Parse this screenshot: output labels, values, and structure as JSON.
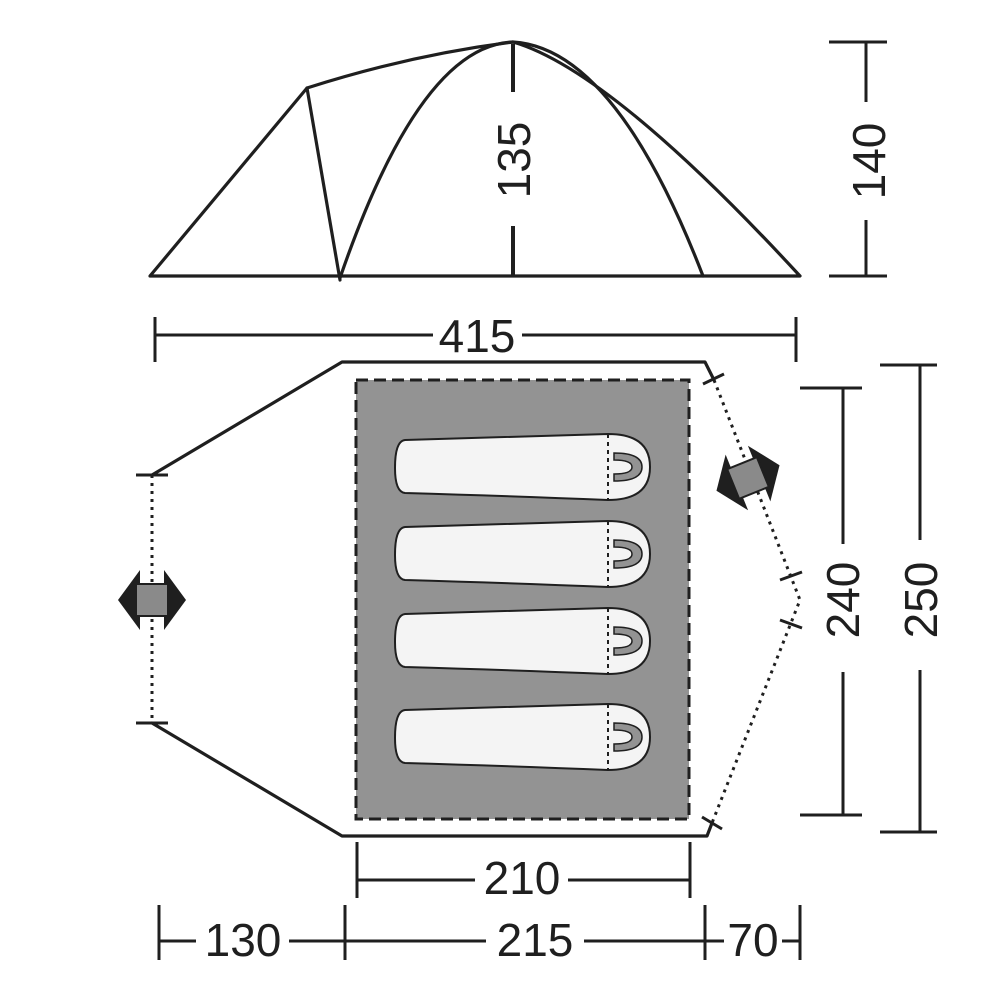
{
  "colors": {
    "line": "#1f1f1f",
    "floor": "#939393",
    "bag_fill": "#f4f4f4",
    "door_band": "#8a8a8a",
    "background": "#ffffff"
  },
  "dimensions": {
    "center_height": "135",
    "total_height": "140",
    "total_length": "415",
    "inner_width": "240",
    "total_width": "250",
    "inner_length": "210",
    "vestibule_front": "130",
    "middle_length": "215",
    "vestibule_back": "70"
  },
  "icons": {
    "left_door": "double-arrow-icon",
    "right_door": "double-arrow-icon",
    "sleeping_bag": "sleeping-bag-icon"
  },
  "sleeping_bags": {
    "count": 4
  }
}
